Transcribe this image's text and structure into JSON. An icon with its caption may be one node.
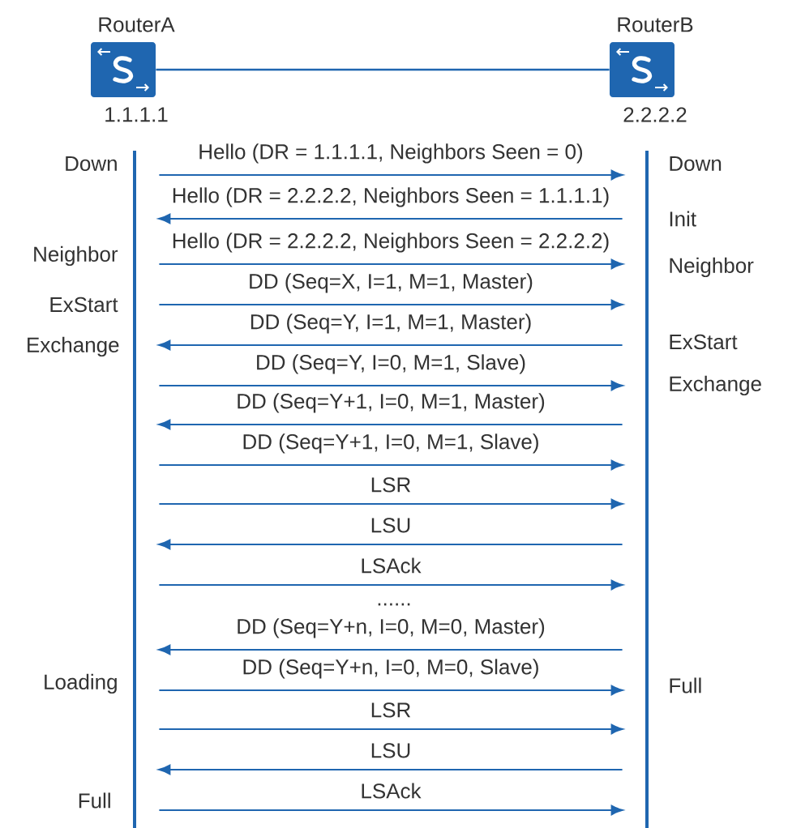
{
  "diagram": {
    "nodes": [
      {
        "text": [
          "RouterA",
          "1.1.1.1"
        ]
      },
      {
        "text": [
          "RouterB",
          "2.2.2.2"
        ]
      },
      {
        "text": [],
        "shape": "bar"
      },
      {
        "text": [],
        "shape": "bar"
      }
    ],
    "edges": [
      {
        "from": 0,
        "to": 1,
        "arrow": "none"
      },
      {
        "from": 2,
        "to": 3,
        "arrow": "to",
        "label": "Hello (DR = 1.1.1.1, Neighbors Seen = 0)"
      },
      {
        "from": 3,
        "to": 2,
        "arrow": "to",
        "label": "Hello (DR = 2.2.2.2, Neighbors Seen = 1.1.1.1)"
      },
      {
        "from": 2,
        "to": 3,
        "arrow": "to",
        "label": "Hello (DR = 2.2.2.2, Neighbors Seen = 2.2.2.2)"
      },
      {
        "from": 2,
        "to": 3,
        "arrow": "to",
        "label": "DD (Seq=X, I=1, M=1, Master)"
      },
      {
        "from": 3,
        "to": 2,
        "arrow": "to",
        "label": "DD (Seq=Y, I=1, M=1, Master)"
      },
      {
        "from": 2,
        "to": 3,
        "arrow": "to",
        "label": "DD (Seq=Y, I=0, M=1, Slave)"
      },
      {
        "from": 3,
        "to": 2,
        "arrow": "to",
        "label": "DD (Seq=Y+1, I=0, M=1, Master)"
      },
      {
        "from": 2,
        "to": 3,
        "arrow": "to",
        "label": "DD (Seq=Y+1, I=0, M=1, Slave)"
      },
      {
        "from": 2,
        "to": 3,
        "arrow": "to",
        "label": "LSR"
      },
      {
        "from": 3,
        "to": 2,
        "arrow": "to",
        "label": "LSU"
      },
      {
        "from": 2,
        "to": 3,
        "arrow": "to",
        "label": "LSAck"
      },
      {
        "from": 3,
        "to": 2,
        "arrow": "to",
        "label": "DD (Seq=Y+n, I=0, M=0, Master)"
      },
      {
        "from": 2,
        "to": 3,
        "arrow": "to",
        "label": "DD (Seq=Y+n, I=0, M=0, Slave)"
      },
      {
        "from": 2,
        "to": 3,
        "arrow": "to",
        "label": "LSR"
      },
      {
        "from": 3,
        "to": 2,
        "arrow": "to",
        "label": "LSU"
      },
      {
        "from": 2,
        "to": 3,
        "arrow": "to",
        "label": "LSAck"
      }
    ],
    "labels": [
      "Down",
      "Down",
      "Init",
      "Neighbor",
      "Neighbor",
      "ExStart",
      "ExStart",
      "Exchange",
      "Exchange",
      "......",
      "Loading",
      "Full",
      "Full"
    ]
  }
}
